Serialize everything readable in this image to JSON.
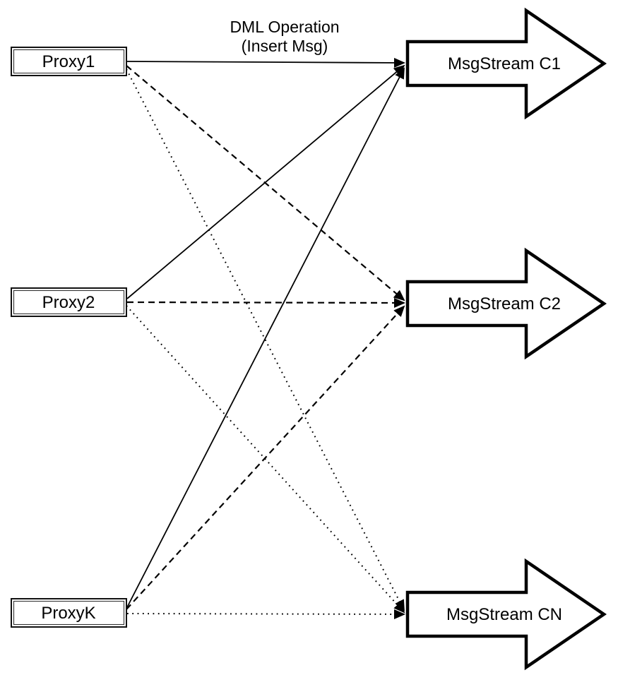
{
  "diagram": {
    "edge_label": {
      "line1": "DML Operation",
      "line2": "(Insert Msg)"
    },
    "proxies": [
      {
        "id": "proxy1",
        "label": "Proxy1"
      },
      {
        "id": "proxy2",
        "label": "Proxy2"
      },
      {
        "id": "proxyk",
        "label": "ProxyK"
      }
    ],
    "streams": [
      {
        "id": "c1",
        "label": "MsgStream C1"
      },
      {
        "id": "c2",
        "label": "MsgStream C2"
      },
      {
        "id": "cn",
        "label": "MsgStream CN"
      }
    ],
    "edges": [
      {
        "from": "Proxy1",
        "to": "MsgStream C1",
        "style": "solid",
        "arrowhead": "filled-triangle"
      },
      {
        "from": "Proxy1",
        "to": "MsgStream C2",
        "style": "dashed",
        "arrowhead": "filled-triangle"
      },
      {
        "from": "Proxy1",
        "to": "MsgStream CN",
        "style": "dotted",
        "arrowhead": "filled-triangle"
      },
      {
        "from": "Proxy2",
        "to": "MsgStream C1",
        "style": "solid",
        "arrowhead": "filled-triangle"
      },
      {
        "from": "Proxy2",
        "to": "MsgStream C2",
        "style": "dashed",
        "arrowhead": "filled-triangle"
      },
      {
        "from": "Proxy2",
        "to": "MsgStream CN",
        "style": "dotted",
        "arrowhead": "filled-triangle"
      },
      {
        "from": "ProxyK",
        "to": "MsgStream C1",
        "style": "solid",
        "arrowhead": "filled-triangle"
      },
      {
        "from": "ProxyK",
        "to": "MsgStream C2",
        "style": "dashed",
        "arrowhead": "filled-triangle"
      },
      {
        "from": "ProxyK",
        "to": "MsgStream CN",
        "style": "dotted",
        "arrowhead": "filled-triangle"
      }
    ],
    "colors": {
      "stroke": "#000000",
      "node_fill": "#ffffff",
      "background": "#ffffff"
    }
  }
}
